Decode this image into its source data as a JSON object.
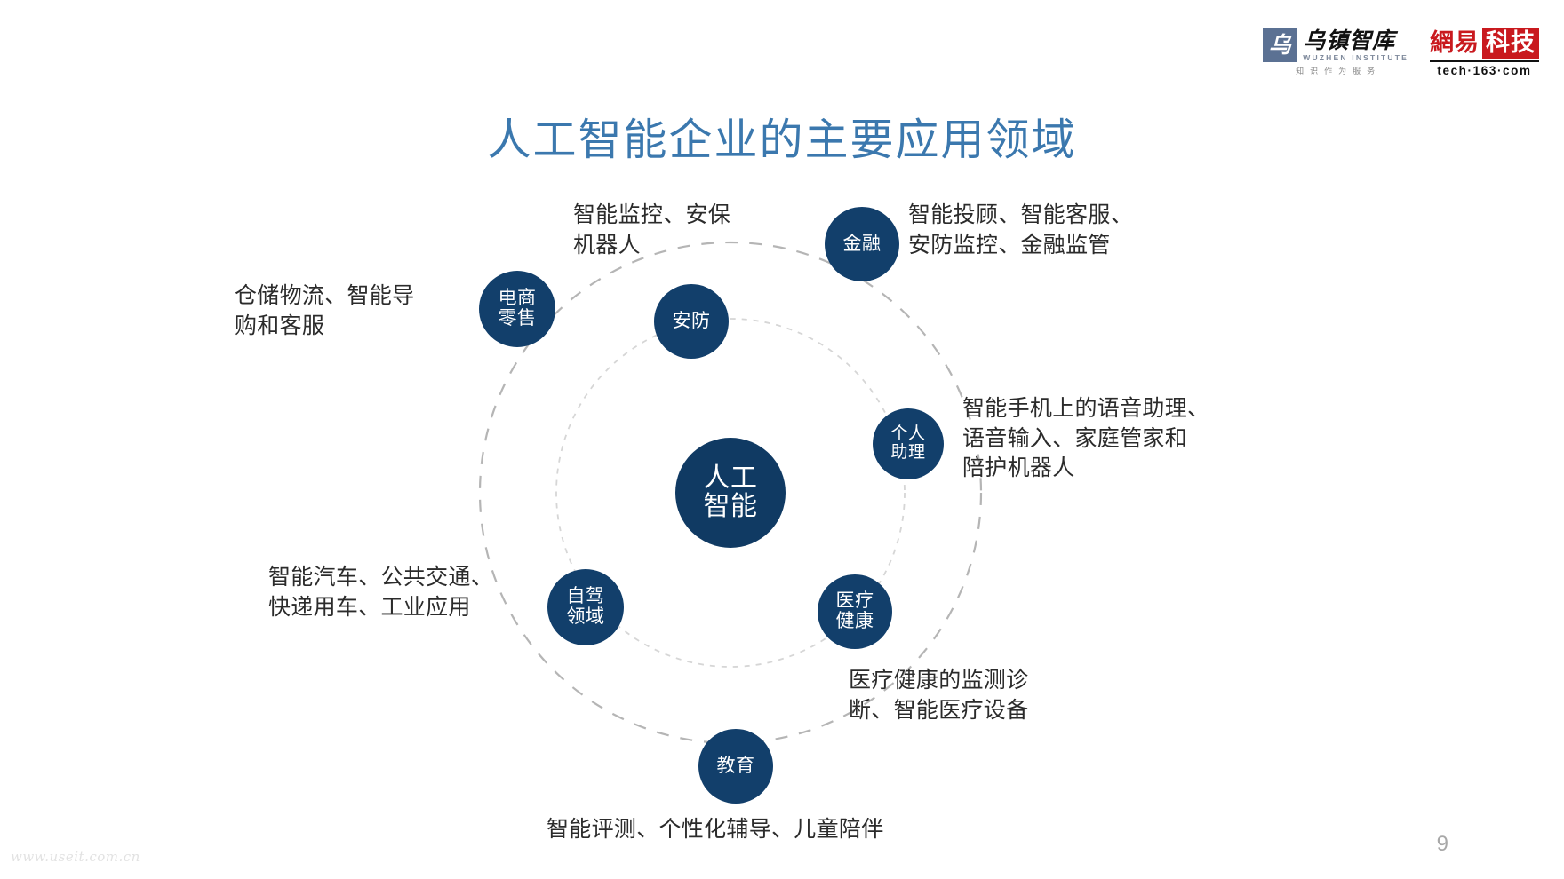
{
  "slide": {
    "title": "人工智能企业的主要应用领域",
    "title_color": "#3b78ae",
    "page_number": "9",
    "watermark": "www.useit.com.cn",
    "background": "#ffffff"
  },
  "logos": {
    "wuzhen": {
      "mark": "乌",
      "name_cn": "乌镇智库",
      "name_en": "WUZHEN  INSTITUTE",
      "tagline": "知识作为服务",
      "mark_color": "#5b7193"
    },
    "netease": {
      "part1": "網易",
      "part2": "科技",
      "url": "tech·163·com",
      "brand_color": "#c9191e"
    }
  },
  "diagram": {
    "node_color": "#123f6b",
    "center": {
      "label_line1": "人工",
      "label_line2": "智能"
    },
    "rings": [
      {
        "name": "outer-ring",
        "style": "dashed",
        "color": "#b9b9b9"
      },
      {
        "name": "inner-ring",
        "style": "dotted",
        "color": "#d4d4d4"
      }
    ],
    "nodes": [
      {
        "id": "ecommerce",
        "label_line1": "电商",
        "label_line2": "零售",
        "caption": "仓储物流、智能导\n购和客服"
      },
      {
        "id": "security",
        "label_line1": "安防",
        "label_line2": "",
        "caption": "智能监控、安保\n机器人"
      },
      {
        "id": "finance",
        "label_line1": "金融",
        "label_line2": "",
        "caption": "智能投顾、智能客服、\n安防监控、金融监管"
      },
      {
        "id": "personal-assistant",
        "label_line1": "个人",
        "label_line2": "助理",
        "caption": "智能手机上的语音助理、\n语音输入、家庭管家和\n陪护机器人"
      },
      {
        "id": "healthcare",
        "label_line1": "医疗",
        "label_line2": "健康",
        "caption": "医疗健康的监测诊\n断、智能医疗设备"
      },
      {
        "id": "autonomous-driving",
        "label_line1": "自驾",
        "label_line2": "领域",
        "caption": "智能汽车、公共交通、\n快递用车、工业应用"
      },
      {
        "id": "education",
        "label_line1": "教育",
        "label_line2": "",
        "caption": "智能评测、个性化辅导、儿童陪伴"
      }
    ]
  }
}
